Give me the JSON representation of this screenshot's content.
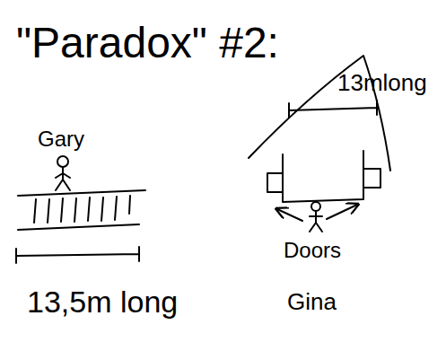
{
  "diagram": {
    "title": "\"Paradox\" #2:",
    "labels": [
      "Gary",
      "13,5m long",
      "13mlong",
      "Doors",
      "Gina"
    ]
  }
}
